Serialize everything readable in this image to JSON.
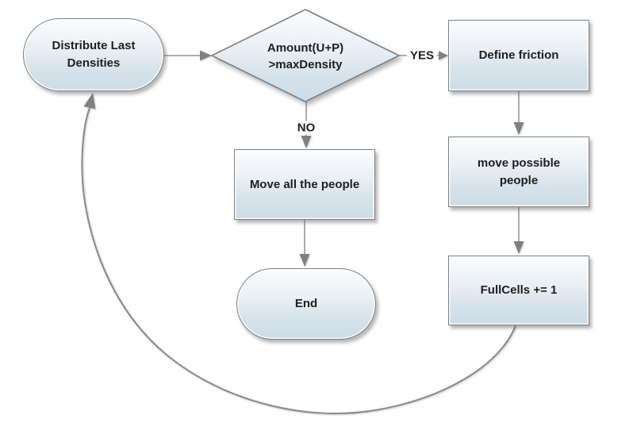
{
  "nodes": {
    "distribute_last_densities": {
      "label": "Distribute Last Densities",
      "shape": "terminator"
    },
    "amount_decision": {
      "label": "Amount(U+P)\n>maxDensity",
      "shape": "decision"
    },
    "define_friction": {
      "label": "Define friction",
      "shape": "process"
    },
    "move_all_the_people": {
      "label": "Move all the people",
      "shape": "process"
    },
    "end": {
      "label": "End",
      "shape": "terminator"
    },
    "move_possible_people": {
      "label": "move possible people",
      "shape": "process"
    },
    "fullcells": {
      "label": "FullCells += 1",
      "shape": "process"
    }
  },
  "edge_labels": {
    "yes": "YES",
    "no": "NO"
  },
  "edges": [
    {
      "from": "distribute_last_densities",
      "to": "amount_decision",
      "label": ""
    },
    {
      "from": "amount_decision",
      "to": "define_friction",
      "label": "YES"
    },
    {
      "from": "amount_decision",
      "to": "move_all_the_people",
      "label": "NO"
    },
    {
      "from": "define_friction",
      "to": "move_possible_people",
      "label": ""
    },
    {
      "from": "move_all_the_people",
      "to": "end",
      "label": ""
    },
    {
      "from": "move_possible_people",
      "to": "fullcells",
      "label": ""
    },
    {
      "from": "fullcells",
      "to": "distribute_last_densities",
      "label": ""
    }
  ],
  "colors": {
    "canvas-bg": "#ffffff",
    "shape-top": "#fbfdfe",
    "shape-mid": "#e9eff4",
    "shape-low": "#d6e2ea",
    "shape-bottom": "#ccdce8",
    "shape-border": "#7f7f7f",
    "connector": "#7f7f7f",
    "arrowhead": "#808080",
    "text": "#1f1f1f"
  }
}
